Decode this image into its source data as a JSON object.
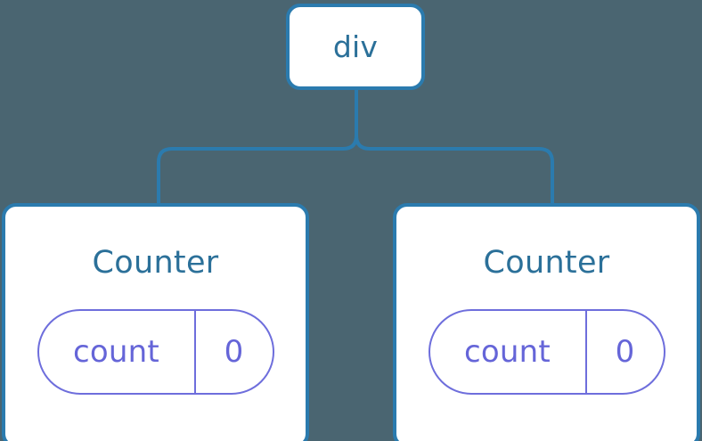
{
  "diagram": {
    "type": "component-tree",
    "title": "React component tree with two Counter instances",
    "background_color": "#4A6571",
    "node_border_color": "#2B7BAE",
    "node_fill_color": "#FFFFFF",
    "node_text_color": "#2B7099",
    "connector_color": "#2B7BAE",
    "state_pill_color": "#6E6EDC",
    "state_text_color": "#6565D8"
  },
  "root": {
    "label": "div",
    "icon": "node-box-icon"
  },
  "children": [
    {
      "label": "Counter",
      "icon": "node-box-icon",
      "state": {
        "key": "count",
        "value": "0"
      }
    },
    {
      "label": "Counter",
      "icon": "node-box-icon",
      "state": {
        "key": "count",
        "value": "0"
      }
    }
  ]
}
